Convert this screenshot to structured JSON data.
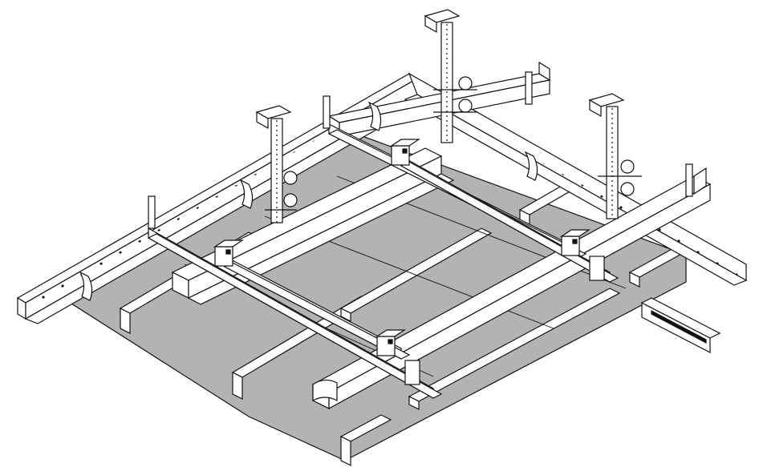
{
  "colors": {
    "background": "#ffffff",
    "panel_fill": "#b3b3b3",
    "line": "#111111",
    "metal_fill": "#ffffff",
    "panel_slot": "#9a9a9a"
  },
  "parts": {
    "panel": "ceiling-panel",
    "wall_angle": "perimeter-wall-angle",
    "main_runner": "main-carrier-channel",
    "cross_tee": "cross-channel",
    "hanger": "threaded-hanger-rod",
    "loose_clip": "loose-panel-clip"
  }
}
